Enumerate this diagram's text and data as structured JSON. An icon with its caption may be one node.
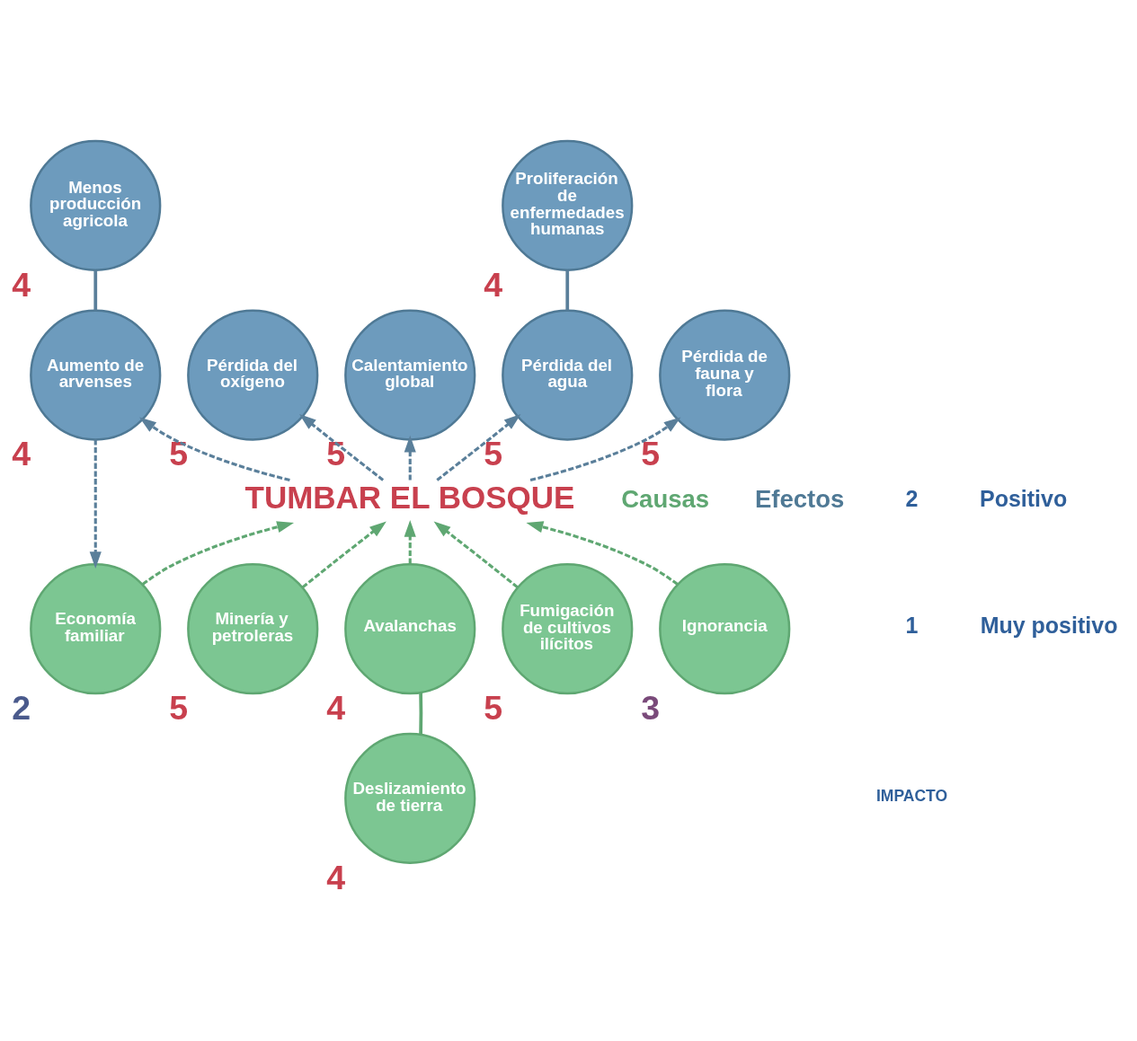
{
  "diagram": {
    "nodes": [
      {
        "text": [
          "Menos producción agricola"
        ],
        "beside": [
          "4"
        ]
      },
      {
        "text": [
          "Proliferación de enfermedades humanas"
        ],
        "beside": [
          "4"
        ]
      },
      {
        "text": [
          "Aumento de arvenses"
        ],
        "beside": [
          "4"
        ]
      },
      {
        "text": [
          "Pérdida del oxígeno"
        ],
        "beside": [
          "5"
        ]
      },
      {
        "text": [
          "Calentamiento global"
        ],
        "beside": [
          "5"
        ]
      },
      {
        "text": [
          "Pérdida del agua"
        ],
        "beside": [
          "5"
        ]
      },
      {
        "text": [
          "Pérdida de fauna y flora"
        ],
        "beside": [
          "5"
        ]
      },
      {
        "text": [
          "TUMBAR EL BOSQUE"
        ]
      },
      {
        "text": [
          "Economía familiar"
        ],
        "beside": [
          "2"
        ]
      },
      {
        "text": [
          "Minería y petroleras"
        ],
        "beside": [
          "5"
        ]
      },
      {
        "text": [
          "Avalanchas"
        ],
        "beside": [
          "4"
        ]
      },
      {
        "text": [
          "Fumigación de cultivos ilícitos"
        ],
        "beside": [
          "5"
        ]
      },
      {
        "text": [
          "Ignorancia"
        ],
        "beside": [
          "3"
        ]
      },
      {
        "text": [
          "Deslizamiento de tierra"
        ],
        "beside": [
          "4"
        ]
      }
    ],
    "edges": [
      {
        "from": 2,
        "to": 0,
        "arrow": "none",
        "color": "#5a7f9a"
      },
      {
        "from": 5,
        "to": 1,
        "arrow": "none",
        "color": "#5a7f9a"
      },
      {
        "from": 7,
        "to": 2,
        "arrow": "to",
        "style": "dashed",
        "color": "#5a7f9a"
      },
      {
        "from": 7,
        "to": 3,
        "arrow": "to",
        "style": "dashed",
        "color": "#5a7f9a"
      },
      {
        "from": 7,
        "to": 4,
        "arrow": "to",
        "style": "dashed",
        "color": "#5a7f9a"
      },
      {
        "from": 7,
        "to": 5,
        "arrow": "to",
        "style": "dashed",
        "color": "#5a7f9a"
      },
      {
        "from": 7,
        "to": 6,
        "arrow": "to",
        "style": "dashed",
        "color": "#5a7f9a"
      },
      {
        "from": 2,
        "to": 8,
        "arrow": "to",
        "style": "dashed",
        "color": "#5a7f9a"
      },
      {
        "from": 8,
        "to": 7,
        "arrow": "to",
        "style": "dashed",
        "color": "#5fa772"
      },
      {
        "from": 9,
        "to": 7,
        "arrow": "to",
        "style": "dashed",
        "color": "#5fa772"
      },
      {
        "from": 10,
        "to": 7,
        "arrow": "to",
        "style": "dashed",
        "color": "#5fa772"
      },
      {
        "from": 11,
        "to": 7,
        "arrow": "to",
        "style": "dashed",
        "color": "#5fa772"
      },
      {
        "from": 12,
        "to": 7,
        "arrow": "to",
        "style": "dashed",
        "color": "#5fa772"
      },
      {
        "from": 10,
        "to": 13,
        "arrow": "none",
        "color": "#5fa772"
      }
    ],
    "labels": [
      "Efectos",
      "Causas",
      "IMPACTO",
      "1",
      "Muy positivo",
      "2",
      "Positivo"
    ]
  }
}
